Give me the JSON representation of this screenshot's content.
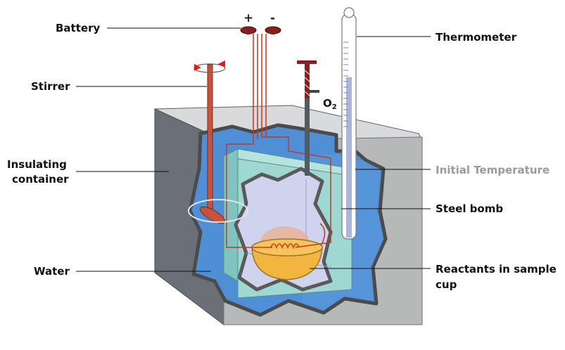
{
  "labels": {
    "battery": "Battery",
    "stirrer": "Stirrer",
    "insulating_1": "Insulating",
    "insulating_2": "container",
    "water": "Water",
    "thermometer": "Thermometer",
    "initial_temperature": "Initial Temperature",
    "steel_bomb": "Steel bomb",
    "reactants_1": "Reactants in sample",
    "reactants_2": "cup",
    "oxygen": "O",
    "oxygen_sub": "2",
    "plus": "+",
    "minus": "-"
  },
  "colors": {
    "water": "#4f8fd6",
    "container_front": "#b7b9b9",
    "container_side": "#6b7077",
    "container_top": "#d9dadb",
    "bomb": "#9fd7d3",
    "bomb_interior": "#cfd3ee",
    "cup": "#f2b640",
    "wire": "#c0392b",
    "muted_label": "#9a9a9a"
  }
}
